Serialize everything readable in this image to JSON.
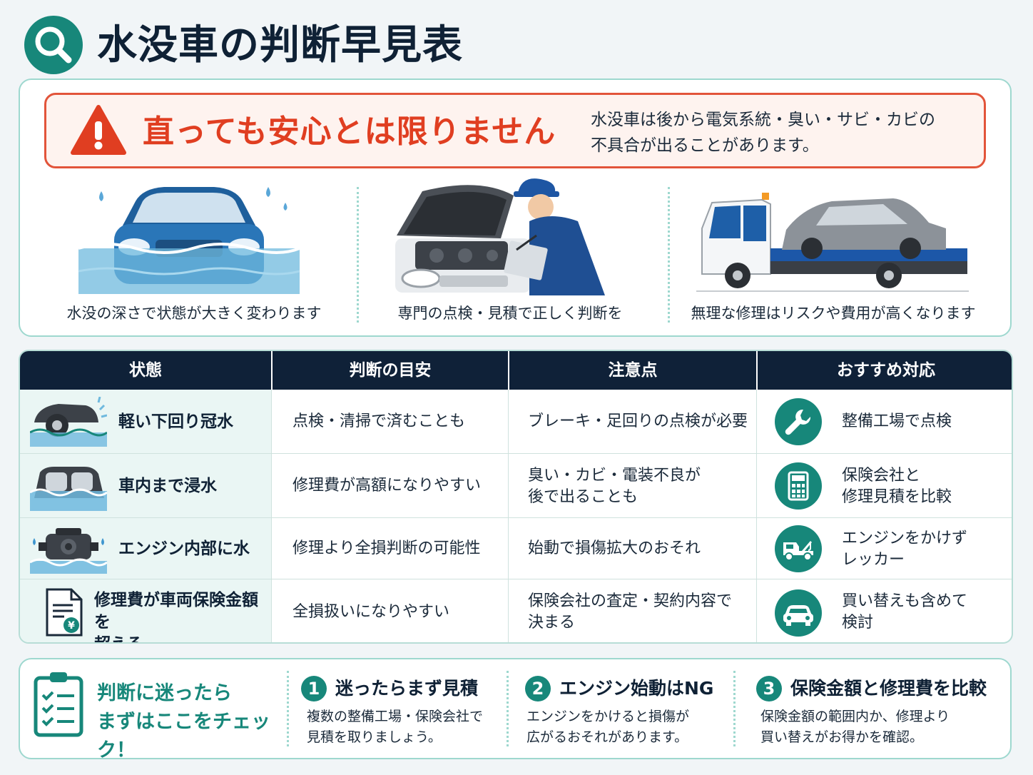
{
  "header": {
    "title": "水没車の判断早見表"
  },
  "warning": {
    "title": "直っても安心とは限りません",
    "desc_line1": "水没車は後から電気系統・臭い・サビ・カビの",
    "desc_line2": "不具合が出ることがあります。"
  },
  "illustrations": [
    {
      "caption": "水没の深さで状態が大きく変わります"
    },
    {
      "caption": "専門の点検・見積で正しく判断を"
    },
    {
      "caption": "無理な修理はリスクや費用が高くなります"
    }
  ],
  "table": {
    "headers": [
      "状態",
      "判断の目安",
      "注意点",
      "おすすめ対応"
    ],
    "rows": [
      {
        "state": [
          "軽い下回り冠水"
        ],
        "guide": [
          "点検・清掃で済むことも"
        ],
        "caution": [
          "ブレーキ・足回りの点検が必要"
        ],
        "action": [
          "整備工場で点検"
        ],
        "action_icon": "wrench-icon"
      },
      {
        "state": [
          "車内まで浸水"
        ],
        "guide": [
          "修理費が高額になりやすい"
        ],
        "caution": [
          "臭い・カビ・電装不良が",
          "後で出ることも"
        ],
        "action": [
          "保険会社と",
          "修理見積を比較"
        ],
        "action_icon": "calculator-icon"
      },
      {
        "state": [
          "エンジン内部に水"
        ],
        "guide": [
          "修理より全損判断の可能性"
        ],
        "caution": [
          "始動で損傷拡大のおそれ"
        ],
        "action": [
          "エンジンをかけず",
          "レッカー"
        ],
        "action_icon": "tow-truck-icon"
      },
      {
        "state": [
          "修理費が車両保険金額を",
          "超える"
        ],
        "guide": [
          "全損扱いになりやすい"
        ],
        "caution": [
          "保険会社の査定・契約内容で",
          "決まる"
        ],
        "action": [
          "買い替えも含めて",
          "検討"
        ],
        "action_icon": "car-icon"
      }
    ]
  },
  "checklist": {
    "label_line1": "判断に迷ったら",
    "label_line2": "まずはここをチェック！",
    "steps": [
      {
        "num": "1",
        "title": "迷ったらまず見積",
        "desc_line1": "複数の整備工場・保険会社で",
        "desc_line2": "見積を取りましょう。"
      },
      {
        "num": "2",
        "title": "エンジン始動はNG",
        "desc_line1": "エンジンをかけると損傷が",
        "desc_line2": "広がるおそれがあります。"
      },
      {
        "num": "3",
        "title": "保険金額と修理費を比較",
        "desc_line1": "保険金額の範囲内か、修理より",
        "desc_line2": "買い替えがお得かを確認。"
      }
    ]
  },
  "colors": {
    "accent": "#17877a",
    "warning": "#e03e21",
    "navy": "#0f2138"
  }
}
